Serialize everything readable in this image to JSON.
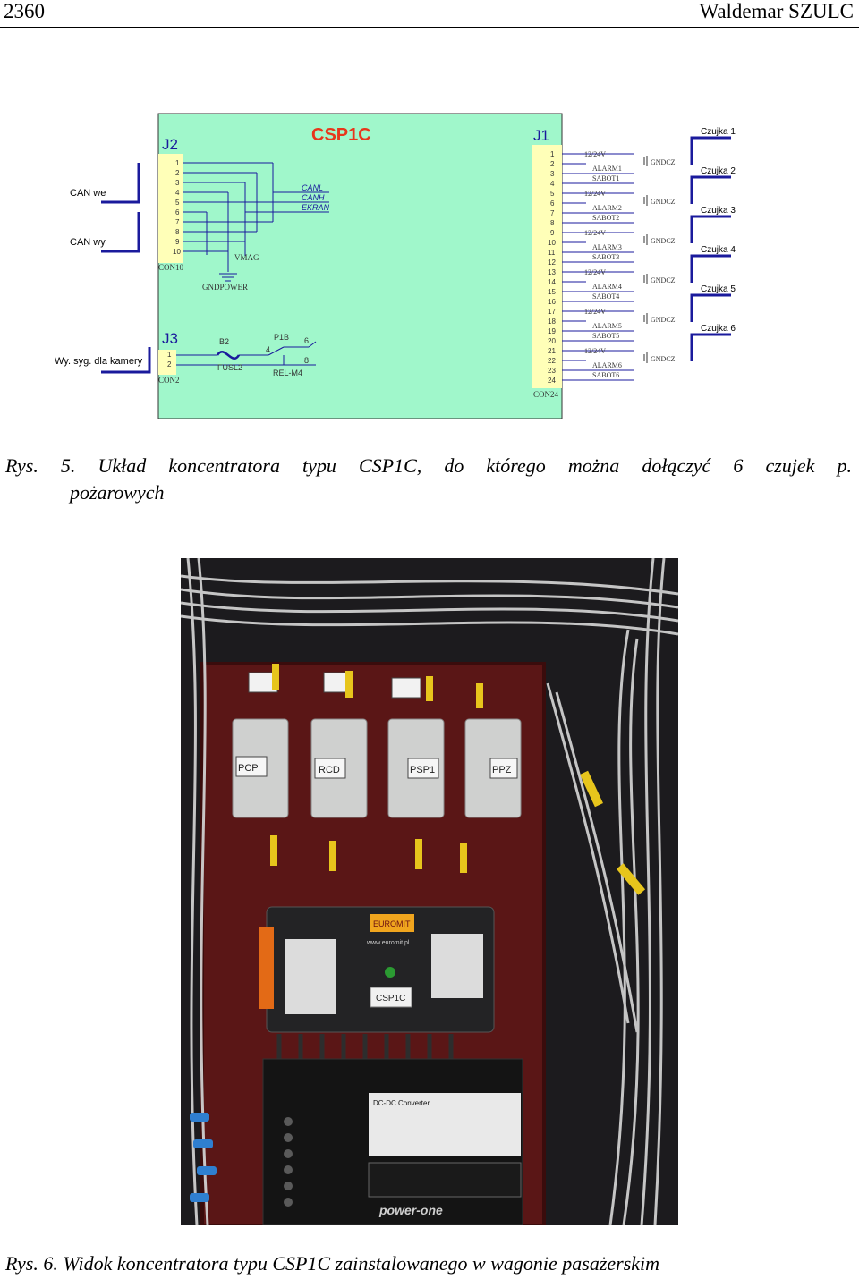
{
  "header": {
    "page_number": "2360",
    "author": "Waldemar SZULC"
  },
  "figure1": {
    "title": "CSP1C",
    "connectors": {
      "j2": "J2",
      "j1": "J1",
      "j3": "J3",
      "con10": "CON10",
      "con24": "CON24",
      "con2": "CON2"
    },
    "left_labels": {
      "can_in": "CAN we",
      "can_out": "CAN wy",
      "camera": "Wy. syg. dla kamery"
    },
    "bus_labels": {
      "canl": "CANL",
      "canh": "CANH",
      "ekran": "EKRAN"
    },
    "power_labels": {
      "vmag": "VMAG",
      "gndpower": "GNDPOWER"
    },
    "j3_labels": {
      "b2": "B2",
      "fusl2": "FUSL2",
      "p1b": "P1B",
      "relm4": "REL-M4",
      "pin4": "4",
      "pin6": "6",
      "pin8": "8"
    },
    "j2_pins": [
      "1",
      "2",
      "3",
      "4",
      "5",
      "6",
      "7",
      "8",
      "9",
      "10"
    ],
    "j3_pins": [
      "1",
      "2"
    ],
    "j1_pins": [
      "1",
      "2",
      "3",
      "4",
      "5",
      "6",
      "7",
      "8",
      "9",
      "10",
      "11",
      "12",
      "13",
      "14",
      "15",
      "16",
      "17",
      "18",
      "19",
      "20",
      "21",
      "22",
      "23",
      "24"
    ],
    "sensor_groups": [
      {
        "supply": "12/24V",
        "alarm": "ALARM1",
        "sabot": "SABOT1",
        "gnd": "GNDCZ",
        "sensor": "Czujka 1"
      },
      {
        "supply": "12/24V",
        "alarm": "ALARM2",
        "sabot": "SABOT2",
        "gnd": "GNDCZ",
        "sensor": "Czujka 2"
      },
      {
        "supply": "12/24V",
        "alarm": "ALARM3",
        "sabot": "SABOT3",
        "gnd": "GNDCZ",
        "sensor": "Czujka 3"
      },
      {
        "supply": "12/24V",
        "alarm": "ALARM4",
        "sabot": "SABOT4",
        "gnd": "GNDCZ",
        "sensor": "Czujka 4"
      },
      {
        "supply": "12/24V",
        "alarm": "ALARM5",
        "sabot": "SABOT5",
        "gnd": "GNDCZ",
        "sensor": "Czujka 5"
      },
      {
        "supply": "12/24V",
        "alarm": "ALARM6",
        "sabot": "SABOT6",
        "gnd": "GNDCZ",
        "sensor": "Czujka 6"
      }
    ],
    "caption_line1": "Rys. 5. Układ koncentratora typu CSP1C, do którego można dołączyć 6 czujek p.",
    "caption_line2": "pożarowych"
  },
  "figure2": {
    "relay_labels": [
      "PCP",
      "RCD",
      "PSP1",
      "PPZ"
    ],
    "module_brand": "EUROMIT",
    "module_url": "www.euromit.pl",
    "module_name": "CSP1C",
    "converter_brand": "power-one",
    "converter_title": "DC-DC Converter",
    "caption": "Rys. 6. Widok koncentratora typu CSP1C zainstalowanego w wagonie pasażerskim"
  }
}
